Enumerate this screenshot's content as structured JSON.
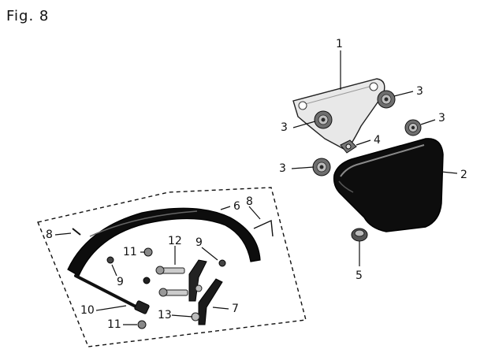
{
  "figure": {
    "title": "Fig. 8"
  },
  "callouts": [
    {
      "id": "c1",
      "label": "1"
    },
    {
      "id": "c3a",
      "label": "3"
    },
    {
      "id": "c3b",
      "label": "3"
    },
    {
      "id": "c3c",
      "label": "3"
    },
    {
      "id": "c3d",
      "label": "3"
    },
    {
      "id": "c4",
      "label": "4"
    },
    {
      "id": "c2",
      "label": "2"
    },
    {
      "id": "c5",
      "label": "5"
    },
    {
      "id": "c6",
      "label": "6"
    },
    {
      "id": "c8a",
      "label": "8"
    },
    {
      "id": "c8b",
      "label": "8"
    },
    {
      "id": "c11a",
      "label": "11"
    },
    {
      "id": "c12",
      "label": "12"
    },
    {
      "id": "c9a",
      "label": "9"
    },
    {
      "id": "c9b",
      "label": "9"
    },
    {
      "id": "c10",
      "label": "10"
    },
    {
      "id": "c13",
      "label": "13"
    },
    {
      "id": "c7",
      "label": "7"
    },
    {
      "id": "c11b",
      "label": "11"
    }
  ],
  "colors": {
    "ink": "#111111",
    "bracket_fill": "#e6e6e6",
    "cover_dark": "#0d0d0d"
  }
}
